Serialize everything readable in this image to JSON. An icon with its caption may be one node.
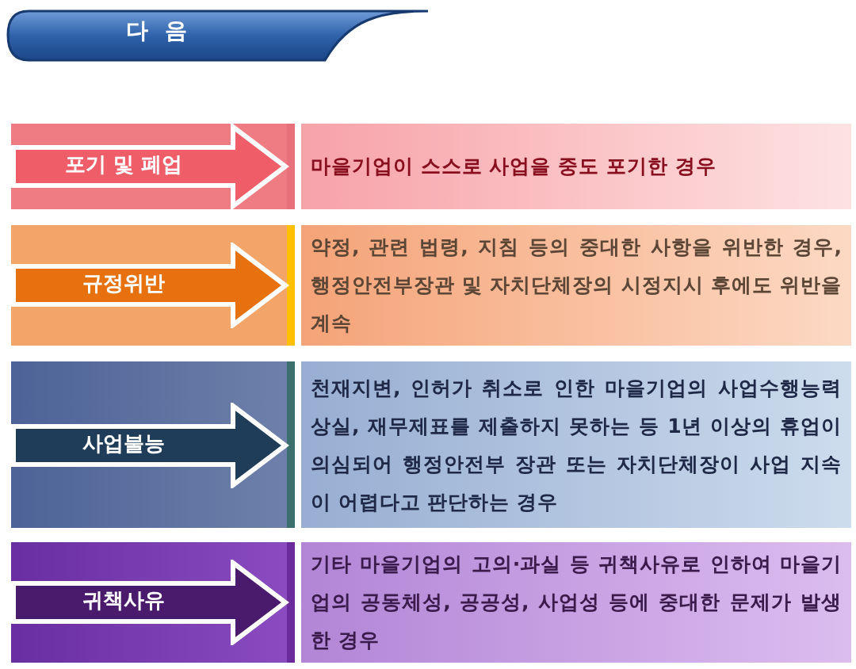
{
  "diagram": {
    "title": "다 음",
    "nodes": [
      {
        "text": [
          "포기 및 폐업"
        ]
      },
      {
        "text": [
          "마을기업이 스스로 사업을 중도 포기한 경우"
        ]
      },
      {
        "text": [
          "규정위반"
        ]
      },
      {
        "text": [
          "약정, 관련 법령, 지침 등의 중대한 사항을 위반한 경우, 행정안전부장관 및 자치단체장의 시정지시 후에도 위반을 계속"
        ]
      },
      {
        "text": [
          "사업불능"
        ]
      },
      {
        "text": [
          "천재지변, 인허가 취소로 인한 마을기업의 사업수행능력 상실, 재무제표를 제출하지 못하는 등 1년 이상의 휴업이 의심되어 행정안전부 장관 또는 자치단체장이 사업 지속이 어렵다고 판단하는 경우"
        ]
      },
      {
        "text": [
          "귀책사유"
        ]
      },
      {
        "text": [
          "기타 마을기업의 고의·과실 등 귀책사유로 인하여 마을기업의 공동체성, 공공성, 사업성 등에 중대한 문제가 발생한 경우"
        ]
      }
    ]
  }
}
